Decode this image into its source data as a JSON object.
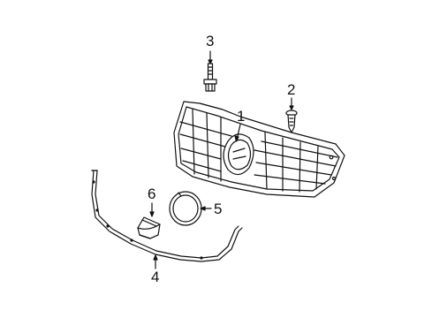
{
  "diagram": {
    "callouts": [
      {
        "id": "1",
        "part": "grille"
      },
      {
        "id": "2",
        "part": "push-pin-clip"
      },
      {
        "id": "3",
        "part": "bolt-stud"
      },
      {
        "id": "4",
        "part": "lower-molding-strip"
      },
      {
        "id": "5",
        "part": "emblem-ring"
      },
      {
        "id": "6",
        "part": "emblem-housing"
      }
    ]
  }
}
